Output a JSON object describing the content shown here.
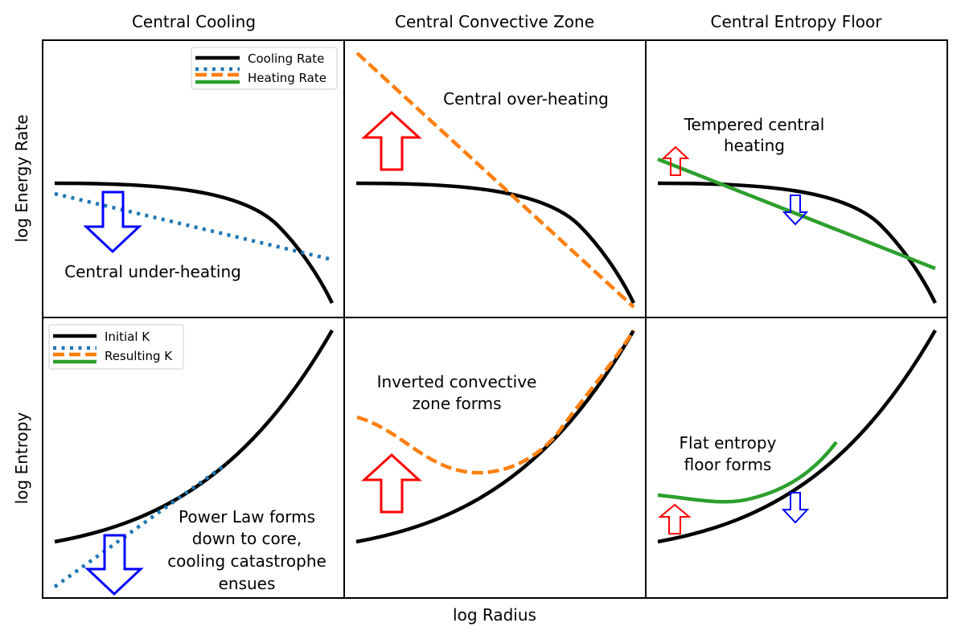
{
  "figure": {
    "columns": [
      "Central Cooling",
      "Central Convective Zone",
      "Central Entropy Floor"
    ],
    "ylabels": [
      "log Energy Rate",
      "log Entropy"
    ],
    "xlabel": "log Radius"
  },
  "legends": {
    "top": [
      "Cooling Rate",
      "Heating Rate"
    ],
    "bottom": [
      "Initial K",
      "Resulting K"
    ]
  },
  "annotations": {
    "cooling_top": "Central under-heating",
    "convective_top": "Central over-heating",
    "floor_top": [
      "Tempered central",
      "heating"
    ],
    "cooling_bottom": [
      "Power Law forms",
      "down to core,",
      "cooling catastrophe",
      "ensues"
    ],
    "convective_bottom": [
      "Inverted convective",
      "zone forms"
    ],
    "floor_bottom": [
      "Flat entropy",
      "floor forms"
    ]
  },
  "colors": {
    "cooling": "#000000",
    "heating_dotted": "#1f77b4",
    "heating_dashed": "#ff7f0e",
    "heating_solid": "#2ca02c",
    "arrow_up": "#ff0000",
    "arrow_down": "#0000ff"
  }
}
